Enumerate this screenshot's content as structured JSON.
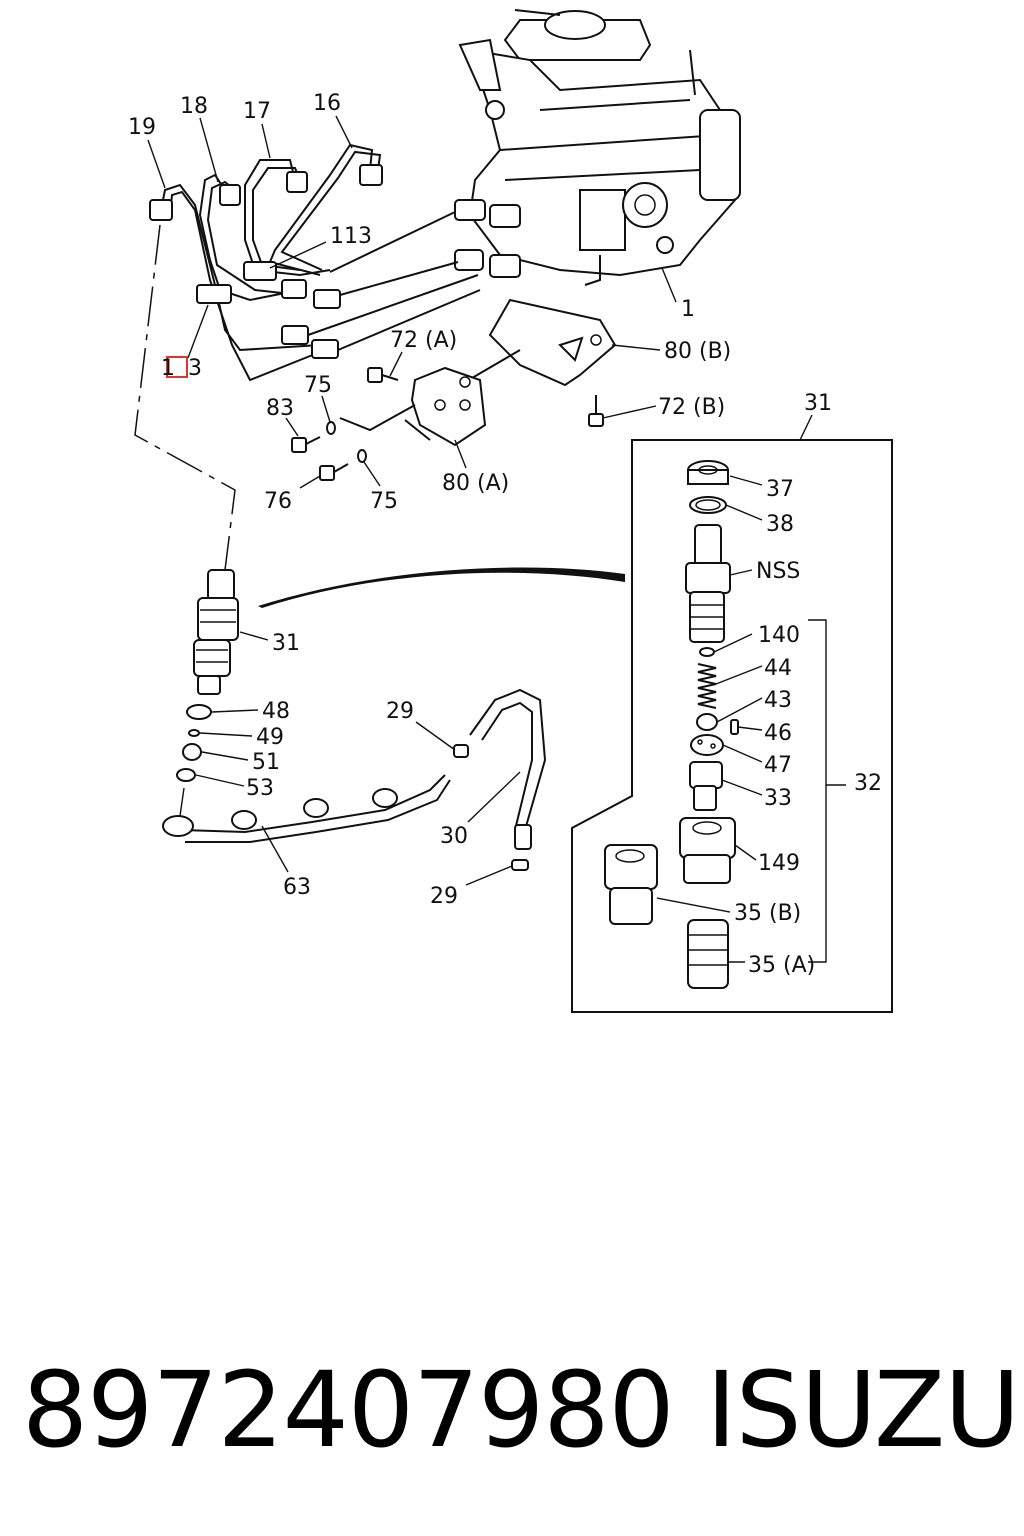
{
  "labels": {
    "l19": "19",
    "l18": "18",
    "l17": "17",
    "l16": "16",
    "l113a": "113",
    "l113b_left": "1",
    "l113b_right": "3",
    "l1": "1",
    "l72a": "72 (A)",
    "l80b": "80 (B)",
    "l75a": "75",
    "l83": "83",
    "l72b": "72 (B)",
    "l31top": "31",
    "l76": "76",
    "l75b": "75",
    "l80a": "80 (A)",
    "l37": "37",
    "l38": "38",
    "lnss": "NSS",
    "l140": "140",
    "l44": "44",
    "l43": "43",
    "l46": "46",
    "l47": "47",
    "l33": "33",
    "l32": "32",
    "l149": "149",
    "l35b": "35 (B)",
    "l35a": "35 (A)",
    "l31mid": "31",
    "l48": "48",
    "l49": "49",
    "l51": "51",
    "l53": "53",
    "l29a": "29",
    "l30": "30",
    "l63": "63",
    "l29b": "29"
  },
  "caption": {
    "part_number": "8972407980",
    "brand": "ISUZU"
  },
  "colors": {
    "highlight": "#e0332f",
    "ink": "#111111"
  }
}
